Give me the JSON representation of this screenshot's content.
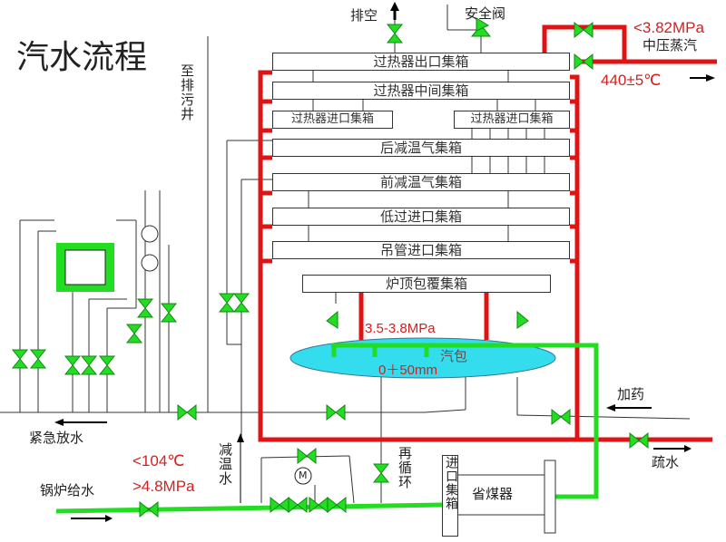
{
  "title": "汽水流程",
  "labels": {
    "to_blowdown_well": "至排污井",
    "vent": "排空",
    "safety_valve": "安全阀",
    "steam_pressure": "<3.82MPa",
    "medium_pressure_steam": "中压蒸汽",
    "steam_temp": "440±5℃",
    "drum_pressure": "3.5-3.8MPa",
    "drum": "汽包",
    "drum_level": "0＋50mm",
    "dosing": "加药",
    "drain": "疏水",
    "emergency_drain": "紧急放水",
    "desuperheat_water": "减温水",
    "feed_temp": "<104℃",
    "feed_pressure": ">4.8MPa",
    "boiler_feedwater": "锅炉给水",
    "recirculation": "再循环",
    "inlet_header": "进口集箱",
    "economizer": "省煤器",
    "motor": "M"
  },
  "headers": {
    "sh_outlet": "过热器出口集箱",
    "sh_middle": "过热器中间集箱",
    "sh_inlet_left": "过热器进口集箱",
    "sh_inlet_right": "过热器进口集箱",
    "rear_desuperheater": "后减温气集箱",
    "front_desuperheater": "前减温气集箱",
    "lts_inlet": "低过进口集箱",
    "hanger_inlet": "吊管进口集箱",
    "roof_wall": "炉顶包覆集箱"
  },
  "colors": {
    "steam": "#e01414",
    "water": "#22dd22",
    "drum": "#33ddee"
  }
}
